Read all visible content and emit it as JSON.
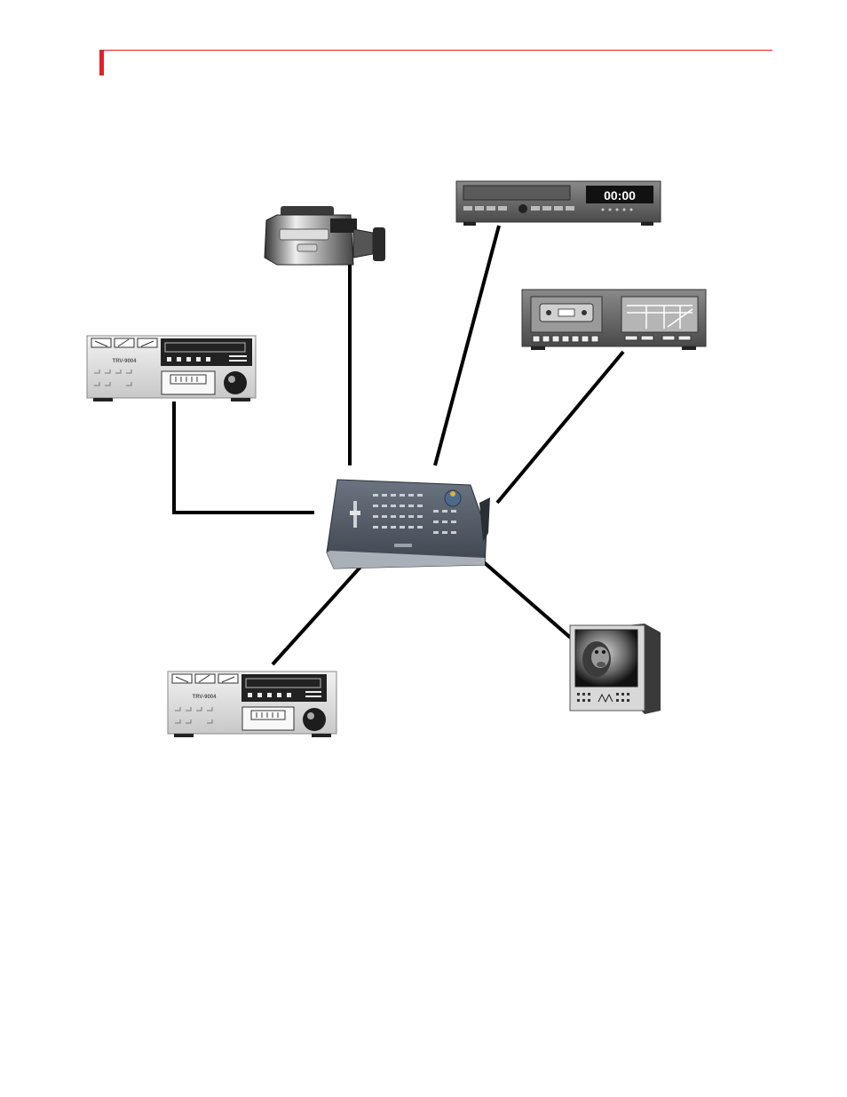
{
  "header": {
    "accent_color": "#e32026"
  },
  "devices": {
    "dvd_player": {
      "display": "00:00"
    },
    "vcr_left": {
      "model": "TRV-9004"
    },
    "vcr_bottom": {
      "model": "TRV-9004"
    }
  },
  "connections": [
    {
      "from": "editing-controller",
      "to": "camcorder"
    },
    {
      "from": "editing-controller",
      "to": "dvd-player"
    },
    {
      "from": "editing-controller",
      "to": "cassette-deck"
    },
    {
      "from": "editing-controller",
      "to": "vcr-left"
    },
    {
      "from": "editing-controller",
      "to": "vcr-bottom"
    },
    {
      "from": "editing-controller",
      "to": "tv-monitor"
    }
  ]
}
